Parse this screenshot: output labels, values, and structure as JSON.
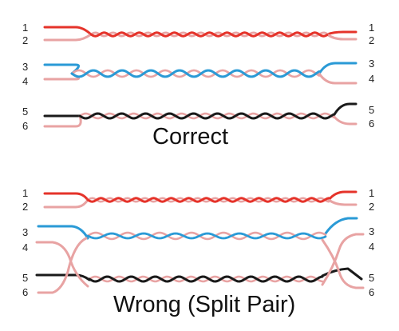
{
  "captions": {
    "correct": "Correct",
    "wrong": "Wrong (Split Pair)"
  },
  "pin_labels": {
    "p1": "1",
    "p2": "2",
    "p3": "3",
    "p4": "4",
    "p5": "5",
    "p6": "6"
  },
  "colors": {
    "red": "#e5332a",
    "pink": "#e8a3a3",
    "blue": "#2a9ad6",
    "black": "#1a1a1a"
  }
}
